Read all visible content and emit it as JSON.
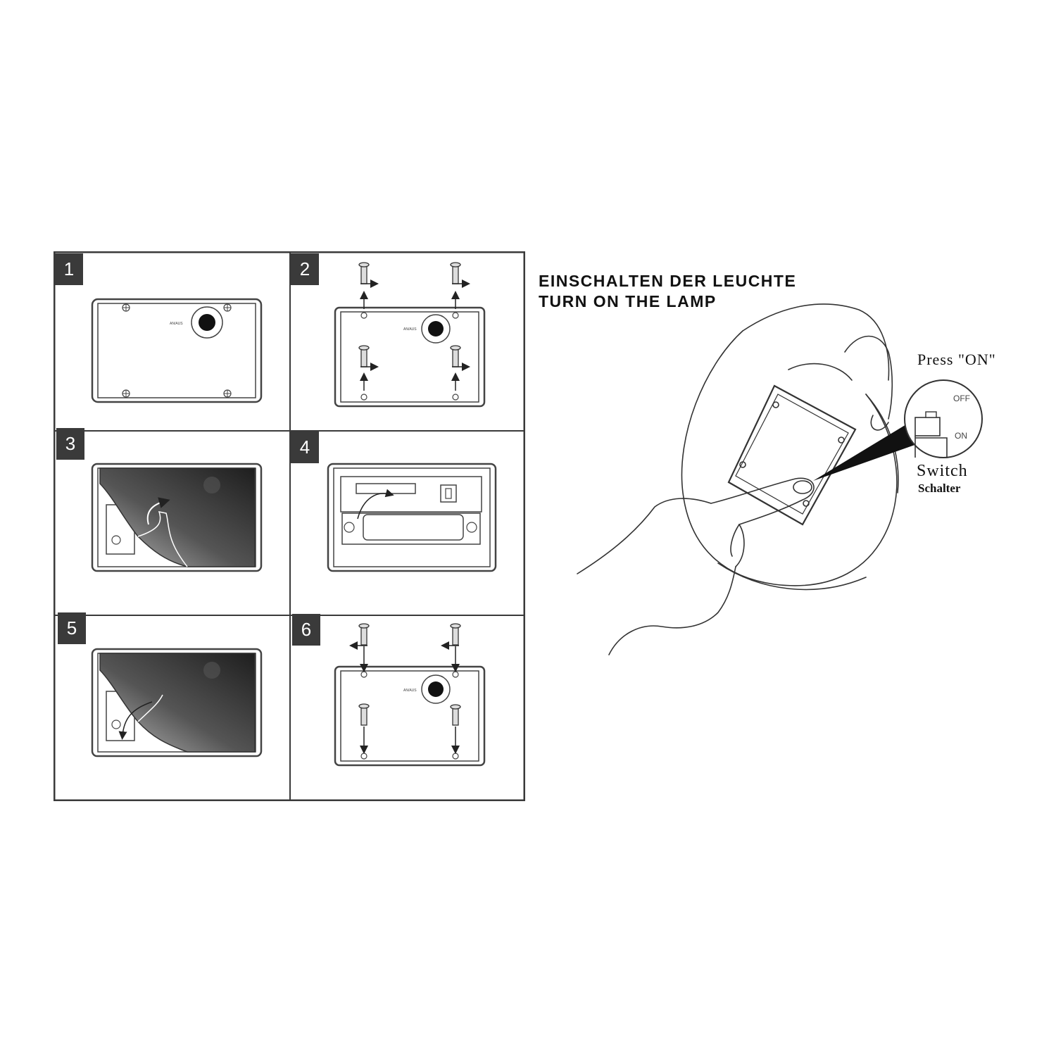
{
  "header": {
    "title_de": "EINSCHALTEN  DER LEUCHTE",
    "title_en": "TURN ON THE LAMP"
  },
  "steps": [
    {
      "number": "1"
    },
    {
      "number": "2"
    },
    {
      "number": "3"
    },
    {
      "number": "4"
    },
    {
      "number": "5"
    },
    {
      "number": "6"
    }
  ],
  "panel_label": "AN/AUS",
  "switch_callout": {
    "instruction": "Press \"ON\"",
    "off_label": "OFF",
    "on_label": "ON",
    "label_en": "Switch",
    "label_de": "Schalter"
  },
  "colors": {
    "line": "#3a3a3a",
    "number_badge": "#3a3a3a",
    "cover_dark": "#2c2c2c"
  }
}
